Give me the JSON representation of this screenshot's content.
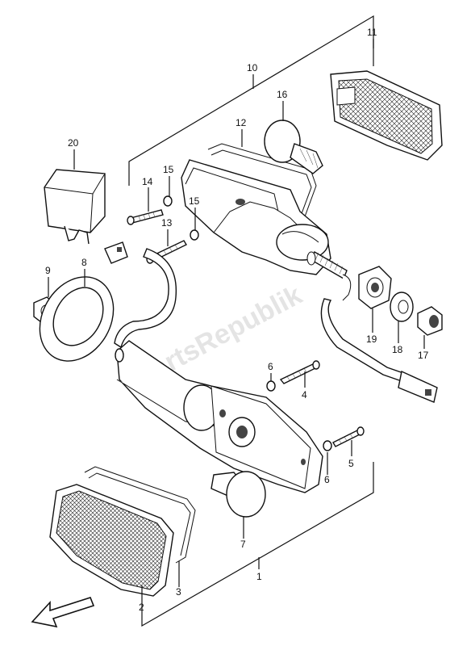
{
  "watermark": "PartsRepublik",
  "callouts": {
    "c1": "1",
    "c2": "2",
    "c3": "3",
    "c4": "4",
    "c5": "5",
    "c6a": "6",
    "c6b": "6",
    "c7": "7",
    "c8": "8",
    "c9": "9",
    "c10": "10",
    "c11": "11",
    "c12": "12",
    "c13": "13",
    "c14": "14",
    "c15a": "15",
    "c15b": "15",
    "c16": "16",
    "c17": "17",
    "c18": "18",
    "c19": "19",
    "c20": "20"
  },
  "icons": {
    "direction_arrow": "arrow-front-left-icon"
  },
  "colors": {
    "line": "#111111",
    "background": "#ffffff",
    "watermark": "#cfcfcf"
  }
}
